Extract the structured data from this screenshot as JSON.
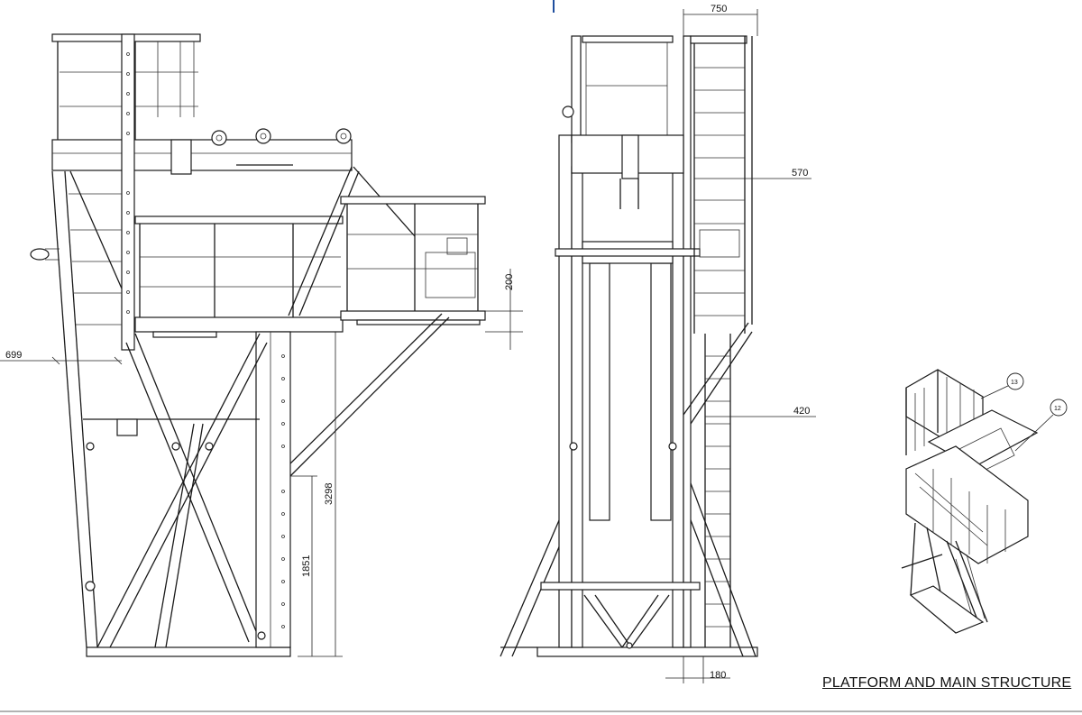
{
  "title": "PLATFORM AND MAIN STRUCTURE",
  "dimensions": {
    "d750": "750",
    "d570": "570",
    "d420": "420",
    "d699": "699",
    "d200": "200",
    "d3298": "3298",
    "d1851": "1851",
    "d180": "180"
  },
  "balloons": {
    "b13": "13",
    "b12": "12"
  },
  "colors": {
    "line": "#1a1a1a",
    "background": "#ffffff",
    "title_line": "#1f4e9e"
  }
}
